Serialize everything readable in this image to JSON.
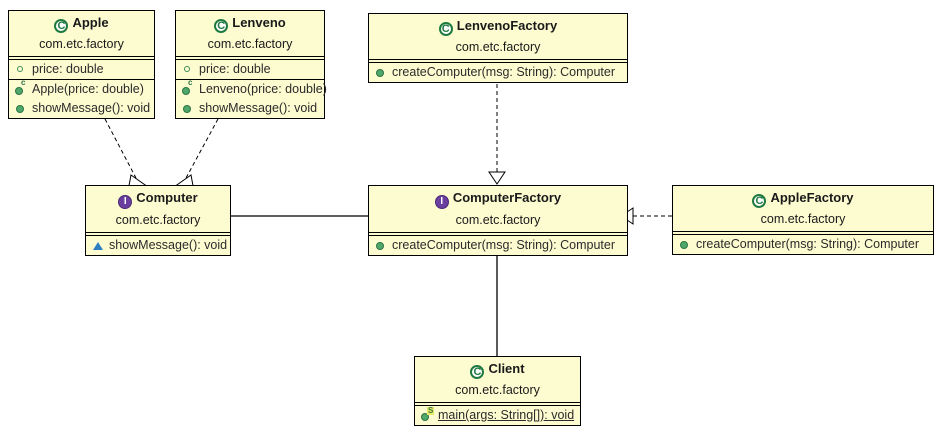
{
  "diagram": {
    "title": "Factory Pattern UML Class Diagram",
    "package": "com.etc.factory",
    "colors": {
      "box_fill": "#fdfbd0",
      "box_border": "#000000",
      "class_icon": "#1f7a3f",
      "interface_icon": "#6a3fa0",
      "member_icon": "#4ea86a",
      "abstract_icon": "#2d7fc1"
    }
  },
  "classes": {
    "apple": {
      "name": "Apple",
      "stereotype_icon": "class-icon",
      "stereotype_letter": "C",
      "package": "com.etc.factory",
      "fields": [
        {
          "label": "price: double",
          "icon": "field-icon"
        }
      ],
      "methods": [
        {
          "label": "Apple(price: double)",
          "icon": "constructor-icon"
        },
        {
          "label": "showMessage(): void",
          "icon": "method-icon"
        }
      ]
    },
    "lenveno": {
      "name": "Lenveno",
      "stereotype_icon": "class-icon",
      "stereotype_letter": "C",
      "package": "com.etc.factory",
      "fields": [
        {
          "label": "price: double",
          "icon": "field-icon"
        }
      ],
      "methods": [
        {
          "label": "Lenveno(price: double)",
          "icon": "constructor-icon"
        },
        {
          "label": "showMessage(): void",
          "icon": "method-icon"
        }
      ]
    },
    "lenveno_factory": {
      "name": "LenvenoFactory",
      "stereotype_icon": "class-icon",
      "stereotype_letter": "C",
      "package": "com.etc.factory",
      "fields": [],
      "methods": [
        {
          "label": "createComputer(msg: String): Computer",
          "icon": "method-icon"
        }
      ]
    },
    "computer": {
      "name": "Computer",
      "stereotype_icon": "interface-icon",
      "stereotype_letter": "I",
      "package": "com.etc.factory",
      "fields": [],
      "methods": [
        {
          "label": "showMessage(): void",
          "icon": "abstract-method-icon"
        }
      ]
    },
    "computer_factory": {
      "name": "ComputerFactory",
      "stereotype_icon": "interface-icon",
      "stereotype_letter": "I",
      "package": "com.etc.factory",
      "fields": [],
      "methods": [
        {
          "label": "createComputer(msg: String): Computer",
          "icon": "method-icon"
        }
      ]
    },
    "apple_factory": {
      "name": "AppleFactory",
      "stereotype_icon": "class-icon",
      "stereotype_letter": "C",
      "package": "com.etc.factory",
      "fields": [],
      "methods": [
        {
          "label": "createComputer(msg: String): Computer",
          "icon": "method-icon"
        }
      ]
    },
    "client": {
      "name": "Client",
      "stereotype_icon": "class-icon",
      "stereotype_letter": "C",
      "package": "com.etc.factory",
      "fields": [],
      "methods": [
        {
          "label": "main(args: String[]): void",
          "icon": "static-method-icon",
          "static": true
        }
      ]
    }
  },
  "relations": [
    {
      "from": "Apple",
      "to": "Computer",
      "type": "realization",
      "style": "dashed",
      "arrow": "hollow-triangle"
    },
    {
      "from": "Lenveno",
      "to": "Computer",
      "type": "realization",
      "style": "dashed",
      "arrow": "hollow-triangle"
    },
    {
      "from": "LenvenoFactory",
      "to": "ComputerFactory",
      "type": "realization",
      "style": "dashed",
      "arrow": "hollow-triangle"
    },
    {
      "from": "AppleFactory",
      "to": "ComputerFactory",
      "type": "realization",
      "style": "dashed",
      "arrow": "hollow-triangle"
    },
    {
      "from": "Computer",
      "to": "ComputerFactory",
      "type": "association",
      "style": "solid",
      "arrow": "none"
    },
    {
      "from": "ComputerFactory",
      "to": "Client",
      "type": "association",
      "style": "solid",
      "arrow": "none"
    }
  ]
}
